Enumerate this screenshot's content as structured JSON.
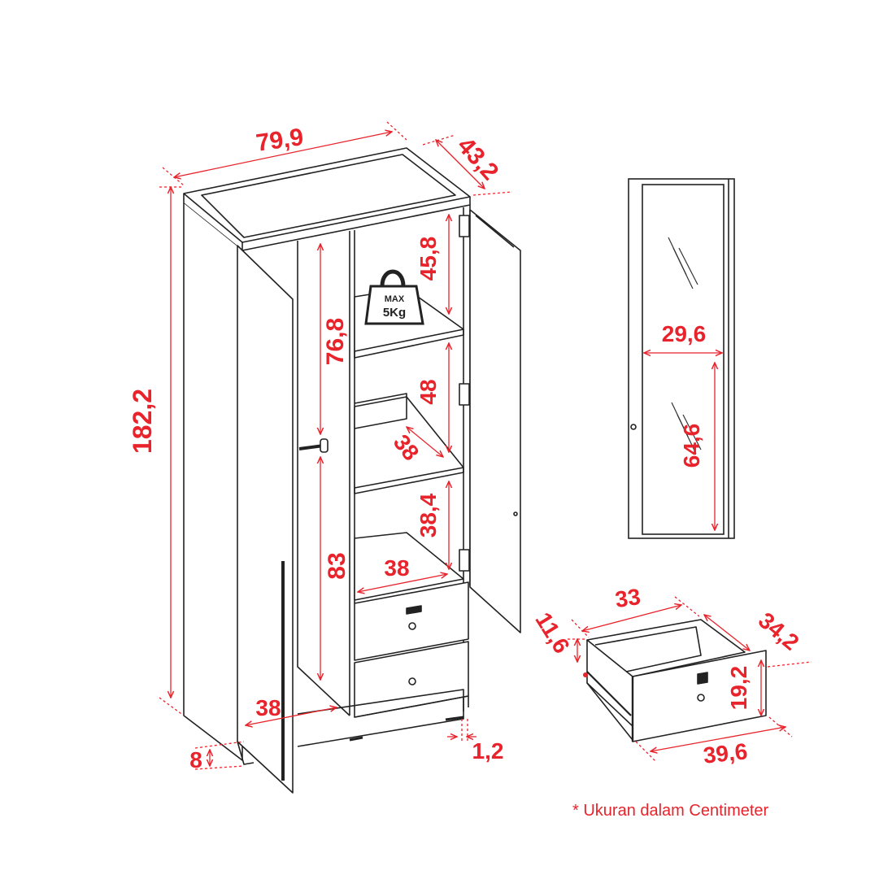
{
  "colors": {
    "dimension": "#e8232b",
    "outline": "#222222",
    "background": "#ffffff"
  },
  "badge": {
    "icon": "weight-icon",
    "line1": "MAX",
    "line2": "5Kg"
  },
  "dimensions": {
    "width": "79,9",
    "depth": "43,2",
    "height": "182,2",
    "plinth": "8",
    "leg": "1,2",
    "top_compartment": "45,8",
    "middle_compartment": "48",
    "lower_compartment": "38,4",
    "hanging_upper": "76,8",
    "hanging_lower": "83",
    "shelf_depth": "38",
    "shelf_width": "38",
    "base_depth": "38",
    "mirror_width": "29,6",
    "mirror_height": "64,6",
    "drawer_width": "33",
    "drawer_depth": "34,2",
    "drawer_side_height": "11,6",
    "drawer_front_height": "19,2",
    "drawer_front_width": "39,6"
  },
  "footnote": "* Ukuran dalam Centimeter"
}
